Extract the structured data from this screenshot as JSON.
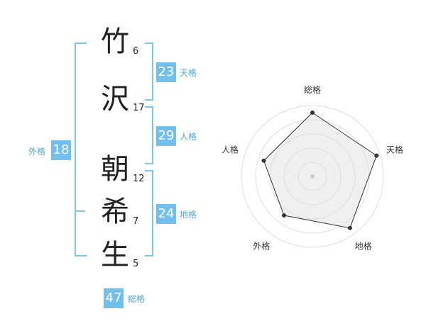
{
  "name": {
    "chars": [
      {
        "kanji": "竹",
        "strokes": "6"
      },
      {
        "kanji": "沢",
        "strokes": "17"
      },
      {
        "kanji": "朝",
        "strokes": "12"
      },
      {
        "kanji": "希",
        "strokes": "7"
      },
      {
        "kanji": "生",
        "strokes": "5"
      }
    ]
  },
  "scores": {
    "tenkaku": {
      "value": "23",
      "label": "天格"
    },
    "jinkaku": {
      "value": "29",
      "label": "人格"
    },
    "chikaku": {
      "value": "24",
      "label": "地格"
    },
    "gaikaku": {
      "value": "18",
      "label": "外格"
    },
    "soukaku": {
      "value": "47",
      "label": "総格"
    }
  },
  "colors": {
    "accent": "#72bfee",
    "bracket": "#7cc4ee",
    "radar_fill": "#f0f0f0",
    "radar_line": "#333333"
  },
  "chart_data": {
    "type": "radar",
    "axes": [
      "総格",
      "天格",
      "地格",
      "外格",
      "人格"
    ],
    "values": [
      0.9,
      0.95,
      0.9,
      0.68,
      0.72
    ],
    "rings": 4,
    "range": [
      0,
      1
    ]
  }
}
